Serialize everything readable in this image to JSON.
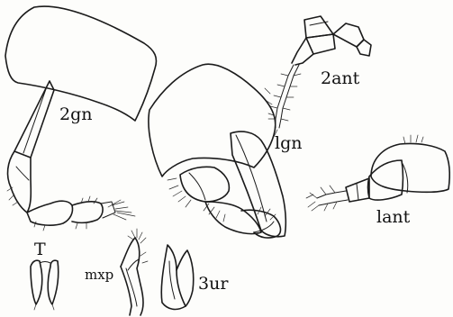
{
  "labels": {
    "gnathopod_2": "2gn",
    "gnathopod_1": "lgn",
    "antenna_2": "2ant",
    "antenna_1": "lant",
    "telson": "T",
    "maxilliped": "mxp",
    "uropod_3": "3ur"
  }
}
